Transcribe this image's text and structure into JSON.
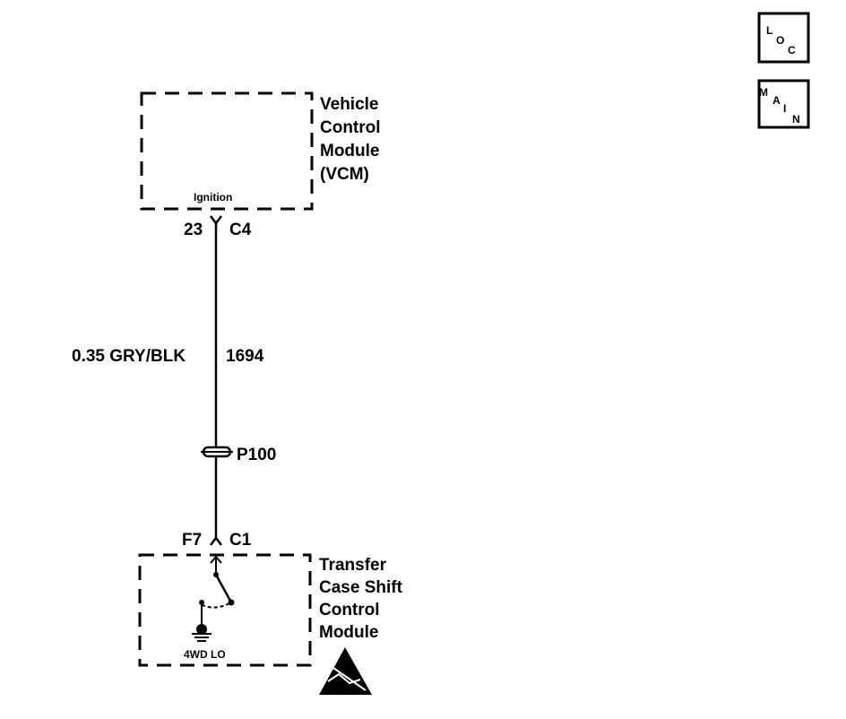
{
  "icons": {
    "loc": {
      "letters": [
        "L",
        "O",
        "C"
      ]
    },
    "main": {
      "letters": [
        "M",
        "A",
        "I",
        "N"
      ]
    }
  },
  "vcm": {
    "name_lines": [
      "Vehicle",
      "Control",
      "Module",
      "(VCM)"
    ],
    "terminal_label": "Ignition",
    "pin": "23",
    "connector": "C4"
  },
  "wire": {
    "gauge_color": "0.35 GRY/BLK",
    "circuit": "1694"
  },
  "splice": {
    "label": "P100"
  },
  "tcscm": {
    "name_lines": [
      "Transfer",
      "Case Shift",
      "Control",
      "Module"
    ],
    "switch_label": "4WD LO",
    "pin": "F7",
    "connector": "C1"
  },
  "esd_icon": "electrostatic-discharge-warning"
}
